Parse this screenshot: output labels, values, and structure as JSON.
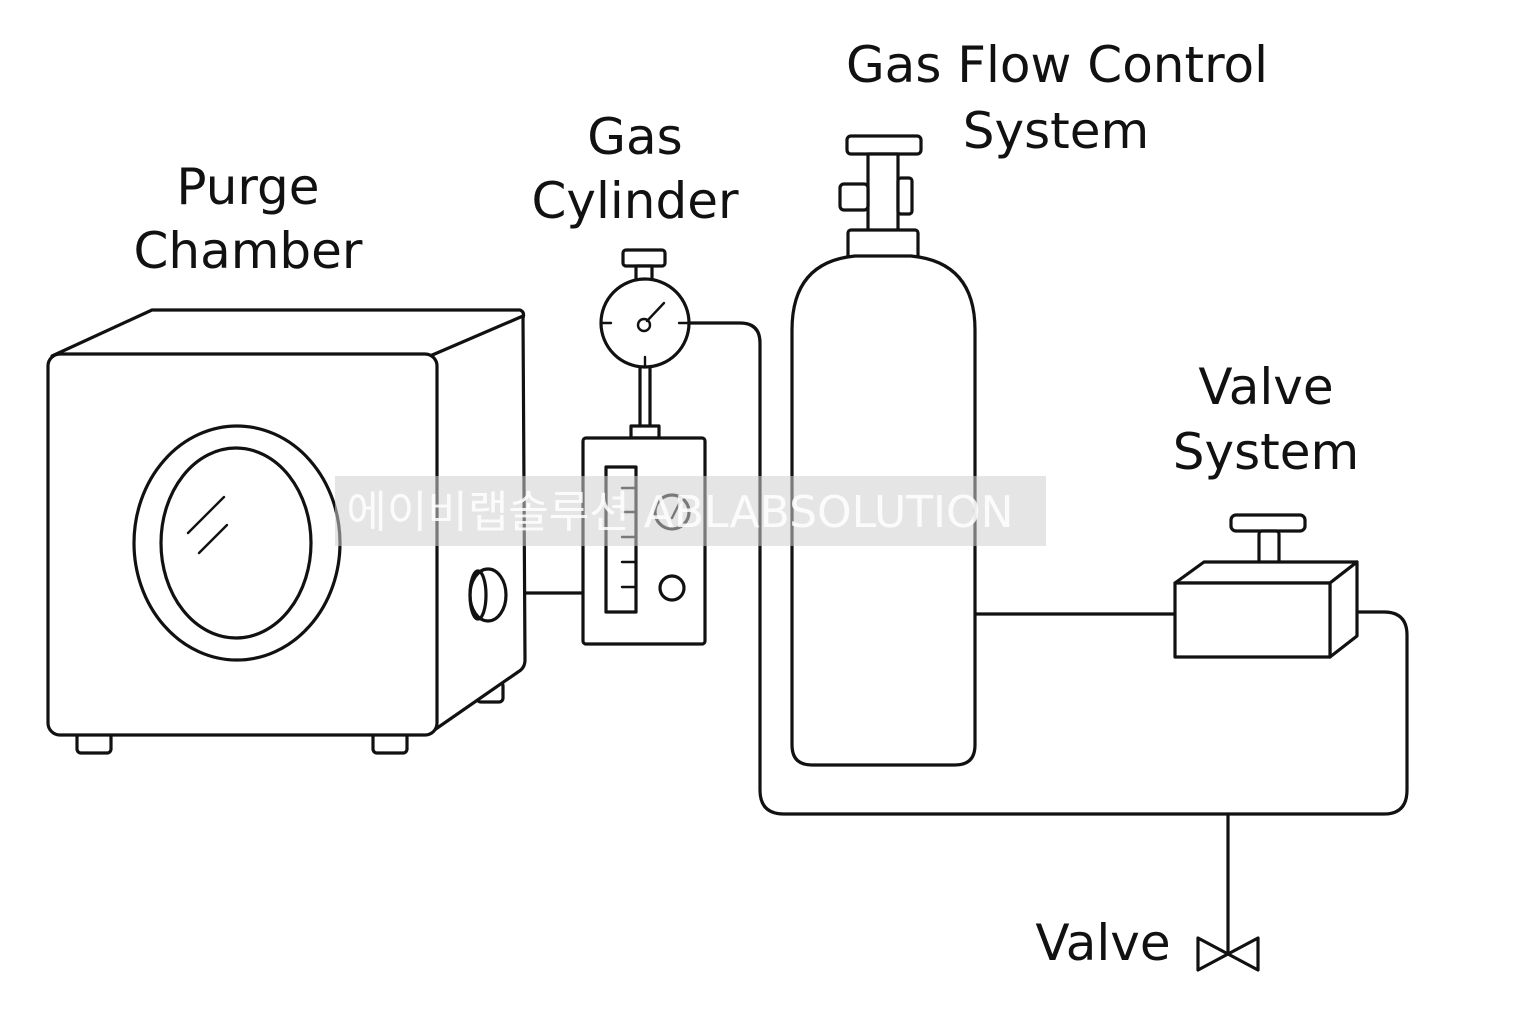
{
  "labels": {
    "purge_chamber": [
      "Purge",
      "Chamber"
    ],
    "gas_cylinder": [
      "Gas",
      "Cylinder"
    ],
    "gas_flow_control_system": [
      "Gas Flow Control",
      "System"
    ],
    "valve_system": [
      "Valve",
      "System"
    ],
    "valve": "Valve"
  },
  "watermark": "에이비랩솔루션 ABLABSOLUTION",
  "colors": {
    "line": "#111111",
    "background": "#ffffff",
    "watermark_band": "#d9d9d9"
  }
}
